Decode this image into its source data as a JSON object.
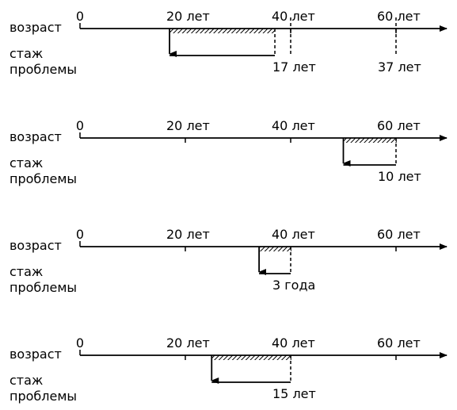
{
  "labels": {
    "age": "возраст",
    "experience_line1": "стаж",
    "experience_line2": "проблемы"
  },
  "axis": {
    "ticks": [
      {
        "value": 0,
        "label": "0"
      },
      {
        "value": 20,
        "label": "20 лет"
      },
      {
        "value": 40,
        "label": "40 лет"
      },
      {
        "value": 60,
        "label": "60 лет"
      }
    ]
  },
  "panels": [
    {
      "onset_age": 17,
      "current_age": 37,
      "markers": [
        {
          "value": 40,
          "label": "17 лет"
        },
        {
          "value": 60,
          "label": "37 лет"
        }
      ]
    },
    {
      "onset_age": 50,
      "current_age": 60,
      "markers": [
        {
          "value": 60,
          "label": "10 лет"
        }
      ]
    },
    {
      "onset_age": 34,
      "current_age": 40,
      "markers": [
        {
          "value": 40,
          "label": "3 года"
        }
      ]
    },
    {
      "onset_age": 25,
      "current_age": 40,
      "markers": [
        {
          "value": 40,
          "label": "15 лет"
        }
      ]
    }
  ],
  "colors": {
    "line": "#000000",
    "hatch": "#000000",
    "background": "#ffffff"
  }
}
